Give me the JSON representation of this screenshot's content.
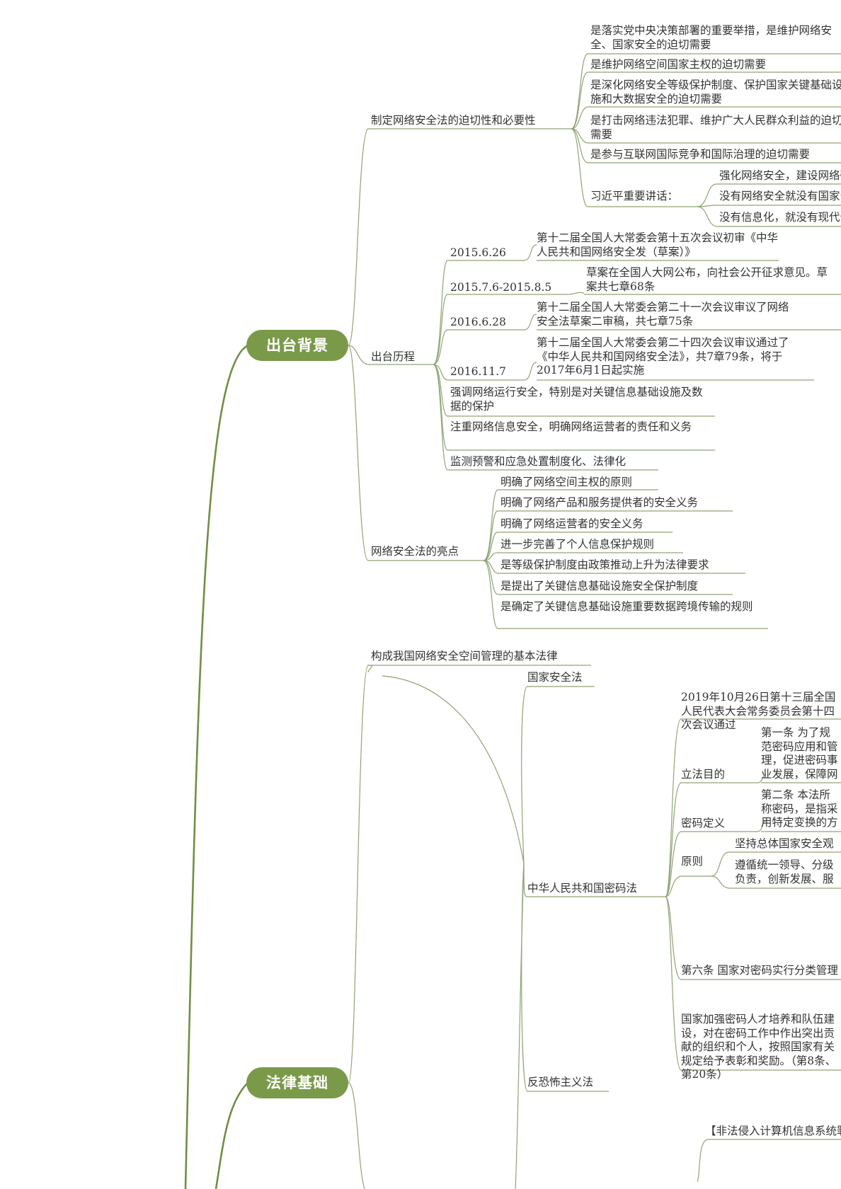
{
  "colors": {
    "branch": "#7a9a4a",
    "line": "#8fa374",
    "text": "#333333"
  },
  "main": [
    {
      "label": "出台背景"
    },
    {
      "label": "法律基础"
    }
  ],
  "nodes": [
    "制定网络安全法的迫切性和必要性",
    "是落实党中央决策部署的重要举措，是维护网络安全、国家安全的迫切需要",
    "是维护网络空间国家主权的迫切需要",
    "是深化网络安全等级保护制度、保护国家关键基础设施和大数据安全的迫切需要",
    "是打击网络违法犯罪、维护广大人民群众利益的迫切需要",
    "是参与互联网国际竞争和国际治理的迫切需要",
    "习近平重要讲话：",
    "强化网络安全，建设网络强国",
    "没有网络安全就没有国家安全",
    "没有信息化，就没有现代化",
    "出台历程",
    "2015.6.26",
    "第十二届全国人大常委会第十五次会议初审《中华人民共和国网络安全发（草案）》",
    "2015.7.6-2015.8.5",
    "草案在全国人大网公布，向社会公开征求意见。草案共七章68条",
    "2016.6.28",
    "第十二届全国人大常委会第二十一次会议审议了网络安全法草案二审稿，共七章75条",
    "2016.11.7",
    "第十二届全国人大常委会第二十四次会议审议通过了《中华人民共和国网络安全法》，共7章79条，将于2017年6月1日起实施",
    "强调网络运行安全，特别是对关键信息基础设施及数据的保护",
    "注重网络信息安全，明确网络运营者的责任和义务",
    "监测预警和应急处置制度化、法律化",
    "网络安全法的亮点",
    "明确了网络空间主权的原则",
    "明确了网络产品和服务提供者的安全义务",
    "明确了网络运营者的安全义务",
    "进一步完善了个人信息保护规则",
    "是等级保护制度由政策推动上升为法律要求",
    "是提出了关键信息基础设施安全保护制度",
    "是确定了关键信息基础设施重要数据跨境传输的规则",
    "构成我国网络安全空间管理的基本法律",
    "国家安全法",
    "中华人民共和国密码法",
    "2019年10月26日第十三届全国人民代表大会常务委员会第十四次会议通过",
    "立法目的",
    "第一条 为了规范密码应用和管理，促进密码事业发展，保障网络与信息安全，维护国家安全和社会公共利益，保护公民、法人和其他组织的合法权益，制定本法。",
    "密码定义",
    "第二条 本法所称密码，是指采用特定变换的方法对信息等进行加密保护、安全认证的技术、产品和服务。",
    "原则",
    "坚持总体国家安全观",
    "遵循统一领导、分级负责，创新发展、服务大局，依法管理、保障安全的原则",
    "第六条 国家对密码实行分类管理",
    "国家加强密码人才培养和队伍建设，对在密码工作中作出突出贡献的组织和个人，按照国家有关规定给予表彰和奖励。（第8条、第20条）",
    "反恐怖主义法",
    "【非法侵入计算机信息系统罪】"
  ]
}
